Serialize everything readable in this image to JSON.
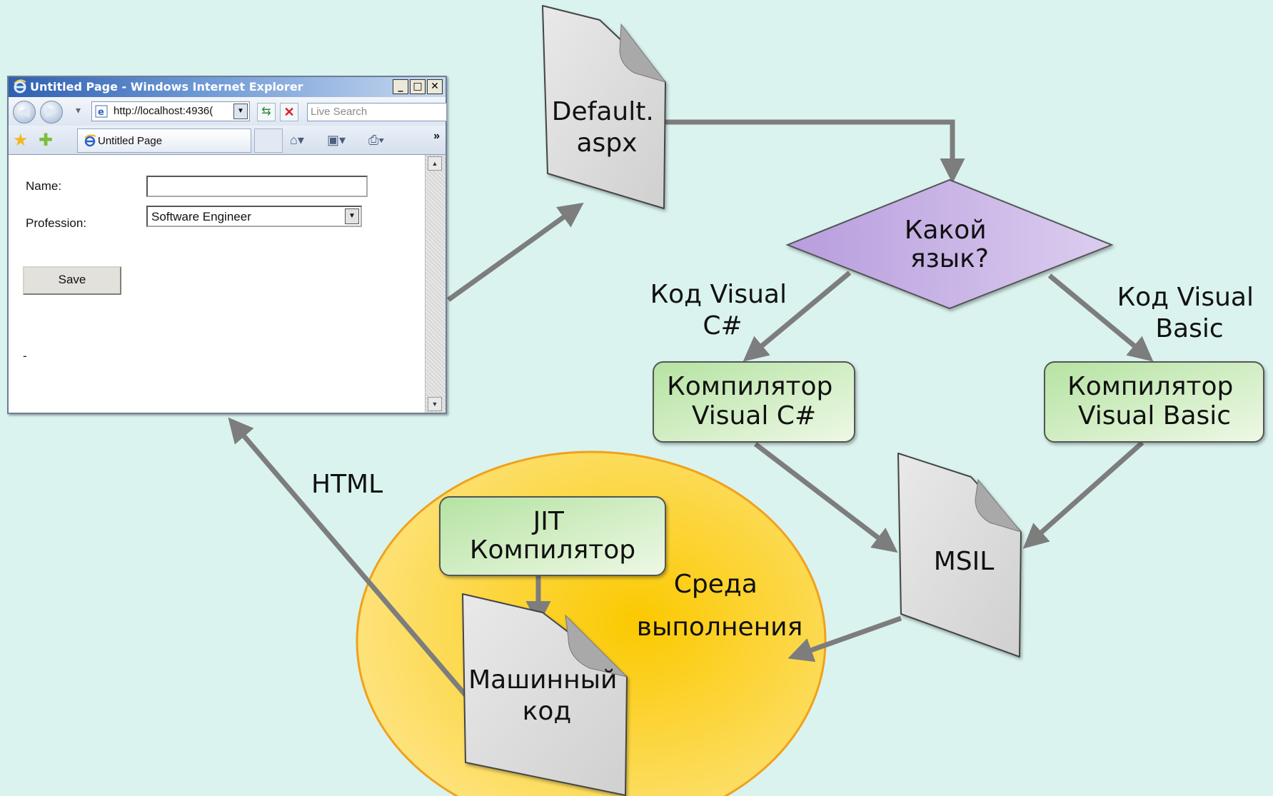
{
  "diagram": {
    "default_file": [
      "Default.",
      "aspx"
    ],
    "decision": [
      "Какой",
      "язык?"
    ],
    "branch_csharp_label": [
      "Код Visual",
      "C#"
    ],
    "branch_vb_label": [
      "Код Visual",
      "Basic"
    ],
    "compiler_csharp": [
      "Компилятор",
      "Visual C#"
    ],
    "compiler_vb": [
      "Компилятор",
      "Visual Basic"
    ],
    "msil": "MSIL",
    "runtime": [
      "Среда",
      "выполнения"
    ],
    "jit": [
      "JIT",
      "Компилятор"
    ],
    "machine_code": [
      "Машинный",
      "код"
    ],
    "html_label": "HTML",
    "colors": {
      "background": "#daf3ef",
      "arrow": "#7d7d7d",
      "decision": "#c7b1e4",
      "compiler": "#cdecc0",
      "runtime": "#fbd545",
      "document": "#dcdcdc"
    }
  },
  "browser": {
    "title": "Untitled Page - Windows Internet Explorer",
    "address": "http://localhost:4936(",
    "search_placeholder": "Live Search",
    "tab_title": "Untitled Page",
    "form": {
      "name_label": "Name:",
      "profession_label": "Profession:",
      "profession_value": "Software Engineer",
      "save_label": "Save",
      "footer_text": "-"
    }
  }
}
